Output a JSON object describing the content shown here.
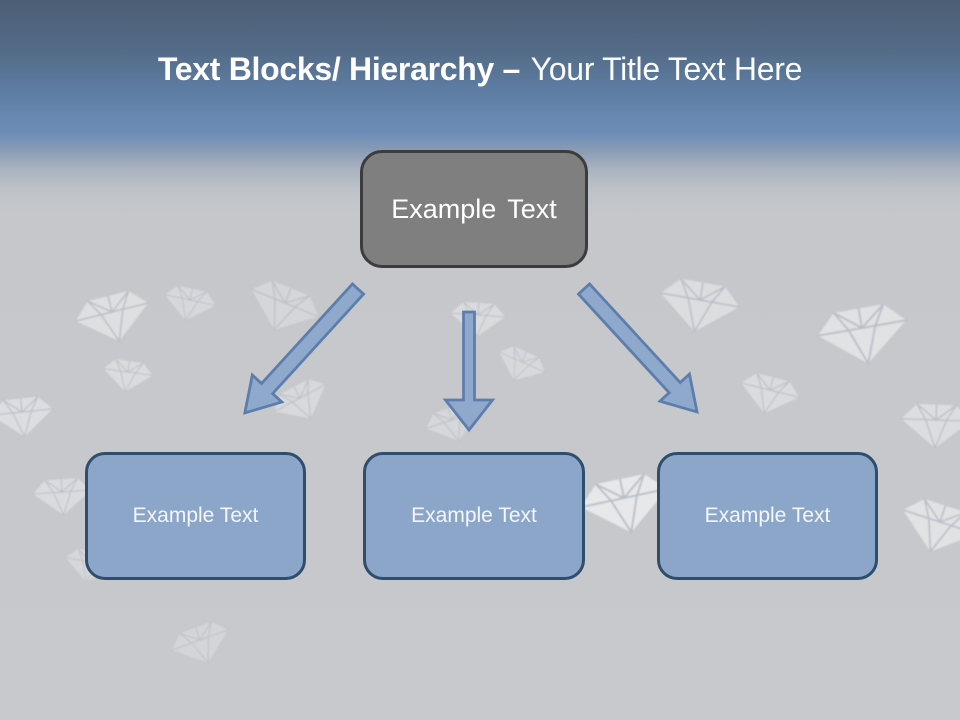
{
  "title": {
    "bold_text": "Text Blocks/ Hierarchy –",
    "regular_text": "Your Title Text Here"
  },
  "hierarchy": {
    "root": {
      "label": "Example Text"
    },
    "children": [
      {
        "label": "Example Text"
      },
      {
        "label": "Example Text"
      },
      {
        "label": "Example Text"
      }
    ]
  },
  "background": {
    "watermark": "faint white diamonds scattered on gray surface"
  },
  "colors": {
    "header_blue_top": "#4c5e75",
    "header_blue_bottom": "#6e8db6",
    "body_gray": "#c7c9cc",
    "title_text": "#ffffff",
    "root_box_fill": "#7f7f7f",
    "root_box_border": "#3c3c3c",
    "child_box_fill": "#8ba6c9",
    "child_box_border": "#2f4e6e",
    "arrow_fill": "#8fa9cc",
    "arrow_border": "#5d7eac"
  }
}
